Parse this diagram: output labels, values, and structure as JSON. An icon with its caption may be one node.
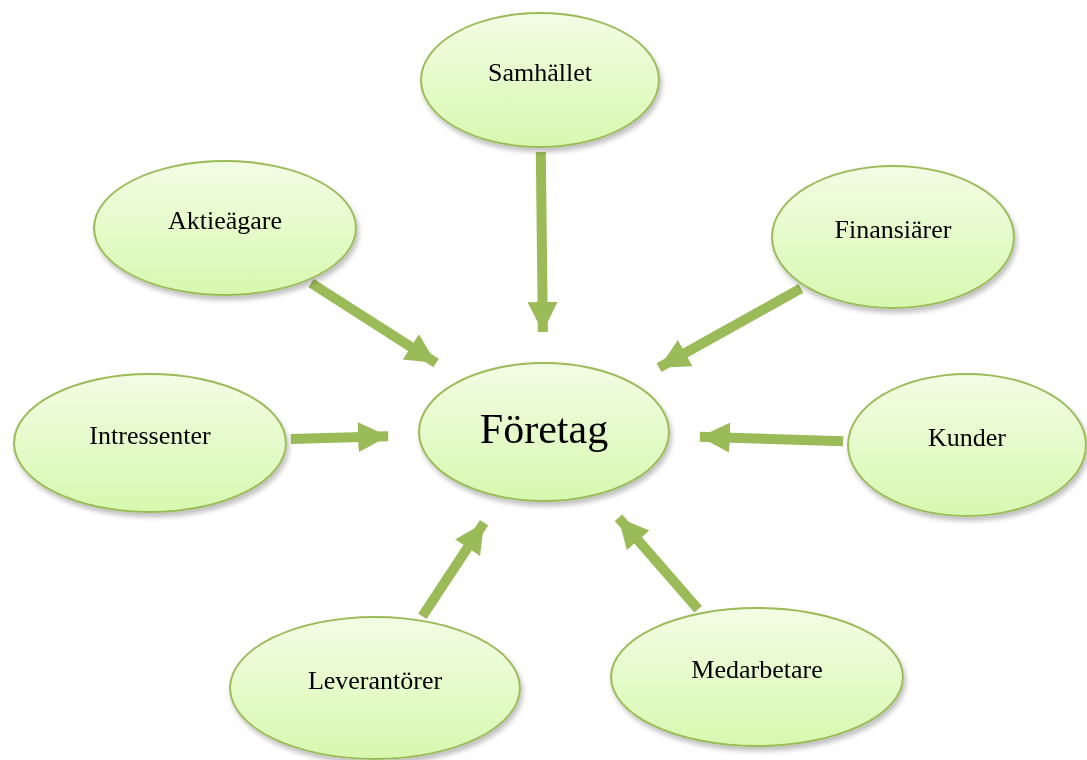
{
  "diagram": {
    "nodes": [
      {
        "text": [
          "Företag"
        ]
      },
      {
        "text": [
          "Samhället"
        ]
      },
      {
        "text": [
          "Aktieägare"
        ]
      },
      {
        "text": [
          "Finansiärer"
        ]
      },
      {
        "text": [
          "Intressenter"
        ]
      },
      {
        "text": [
          "Kunder"
        ]
      },
      {
        "text": [
          "Leverantörer"
        ]
      },
      {
        "text": [
          "Medarbetare"
        ]
      }
    ],
    "edges": [
      {
        "from": 1,
        "to": 0,
        "arrow": "to"
      },
      {
        "from": 2,
        "to": 0,
        "arrow": "to"
      },
      {
        "from": 3,
        "to": 0,
        "arrow": "to"
      },
      {
        "from": 4,
        "to": 0,
        "arrow": "to"
      },
      {
        "from": 5,
        "to": 0,
        "arrow": "to"
      },
      {
        "from": 6,
        "to": 0,
        "arrow": "to"
      },
      {
        "from": 7,
        "to": 0,
        "arrow": "to"
      }
    ]
  }
}
